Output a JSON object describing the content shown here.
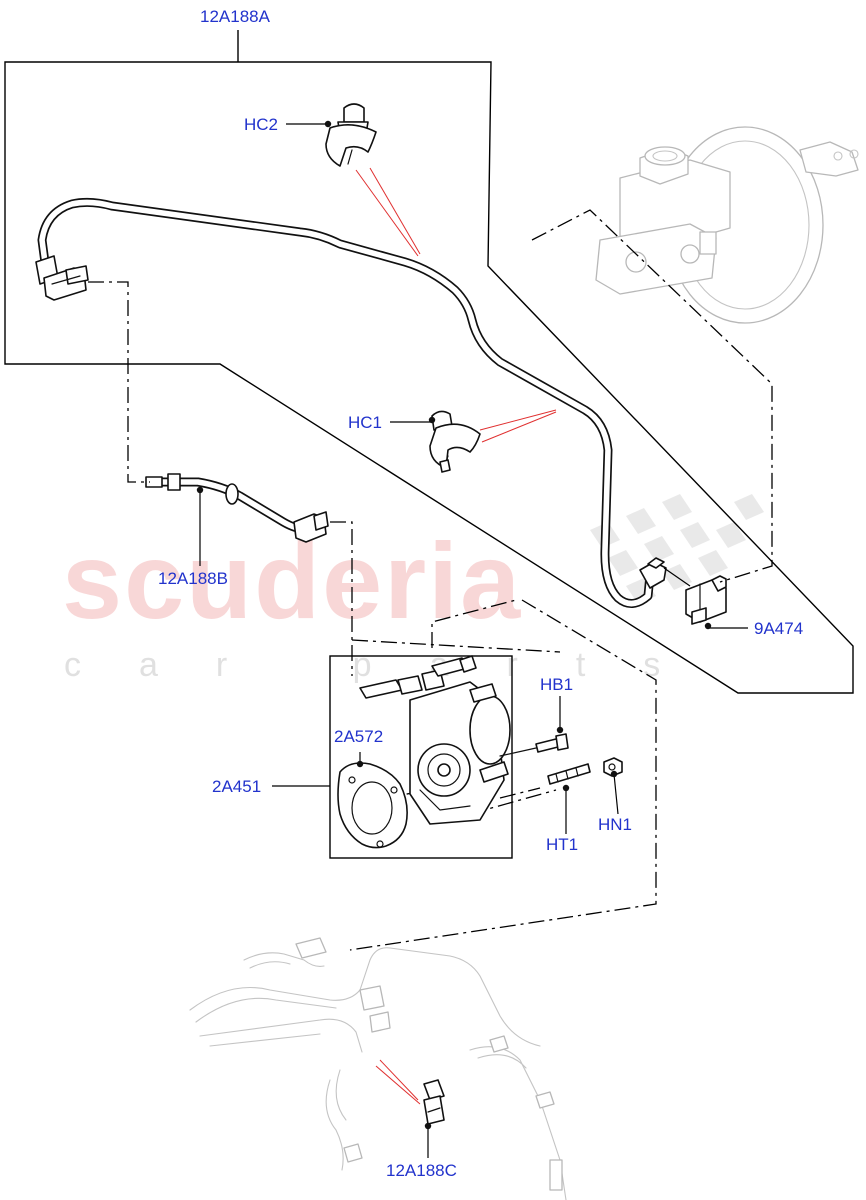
{
  "watermark": {
    "brand": "scuderia",
    "tagline": "car parts"
  },
  "callouts": {
    "hose_main": "12A188A",
    "clip_hc2": "HC2",
    "clip_hc1": "HC1",
    "hose_b": "12A188B",
    "sensor": "9A474",
    "bolt": "HB1",
    "gasket": "2A572",
    "pump": "2A451",
    "stud": "HT1",
    "nut": "HN1",
    "hose_c": "12A188C"
  },
  "colors": {
    "callout_text": "#2233cc",
    "pointer_lines": "#e03030",
    "watermark_brand": "#f4b8b8",
    "ghost_parts": "#b8b8b8"
  }
}
